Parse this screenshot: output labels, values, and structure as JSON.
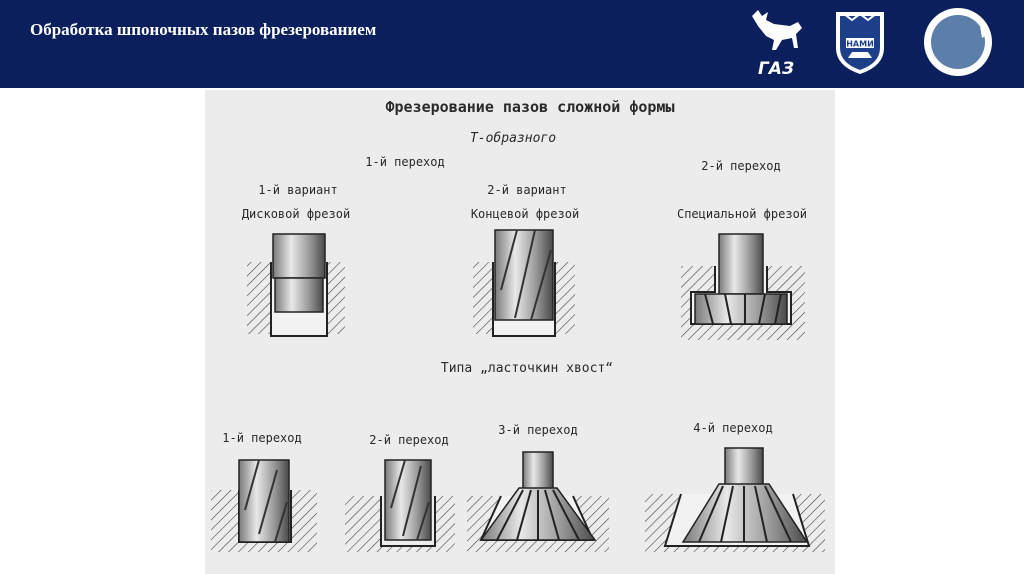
{
  "header": {
    "title": "Обработка шпоночных пазов фрезерованием",
    "logo_gaz_text": "ГАЗ",
    "logo_nami_text": "НАМИ",
    "bg_color": "#0b1f5c"
  },
  "figure": {
    "title": "Фрезерование пазов сложной формы",
    "t_slot": {
      "heading": "Т-образного",
      "step1": "1-й переход",
      "variant1_label": "1-й вариант",
      "variant1_tool": "Дисковой фрезой",
      "variant2_label": "2-й вариант",
      "variant2_tool": "Концевой фрезой",
      "step2": "2-й переход",
      "step2_tool": "Специальной фрезой"
    },
    "dovetail": {
      "heading": "Типа „ласточкин хвост“",
      "step1": "1-й переход",
      "step2": "2-й переход",
      "step3": "3-й переход",
      "step4": "4-й переход"
    }
  }
}
